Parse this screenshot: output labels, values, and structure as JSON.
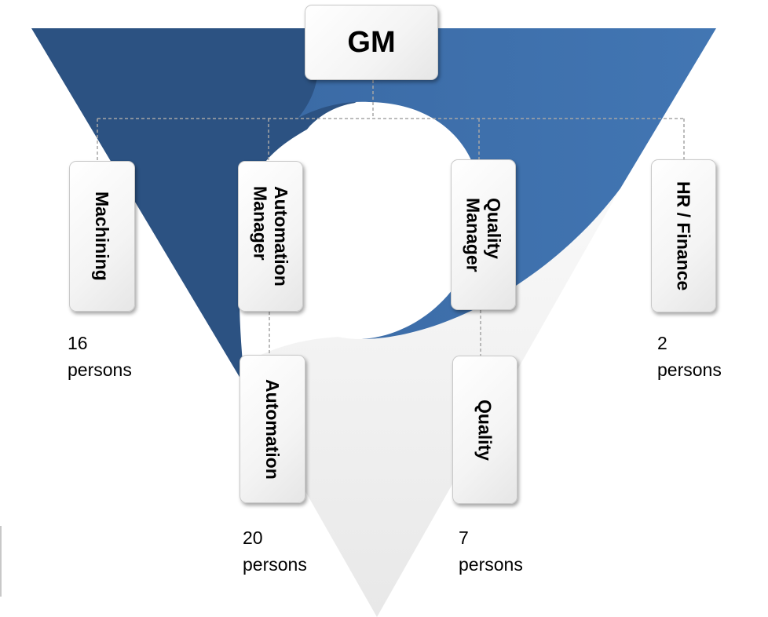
{
  "colors": {
    "navy": "#2c5282",
    "blue": "#3f72ae",
    "light_gray": "#efefef",
    "connector": "#a6a6a6"
  },
  "nodes": {
    "gm": "GM",
    "machining": "Machining",
    "automation_manager": "Automation\nManager",
    "quality_manager": "Quality\nManager",
    "hr_finance": "HR / Finance",
    "automation": "Automation",
    "quality": "Quality"
  },
  "counts": {
    "machining": "16\npersons",
    "hr_finance": "2\npersons",
    "automation": "20\npersons",
    "quality": "7\npersons"
  }
}
